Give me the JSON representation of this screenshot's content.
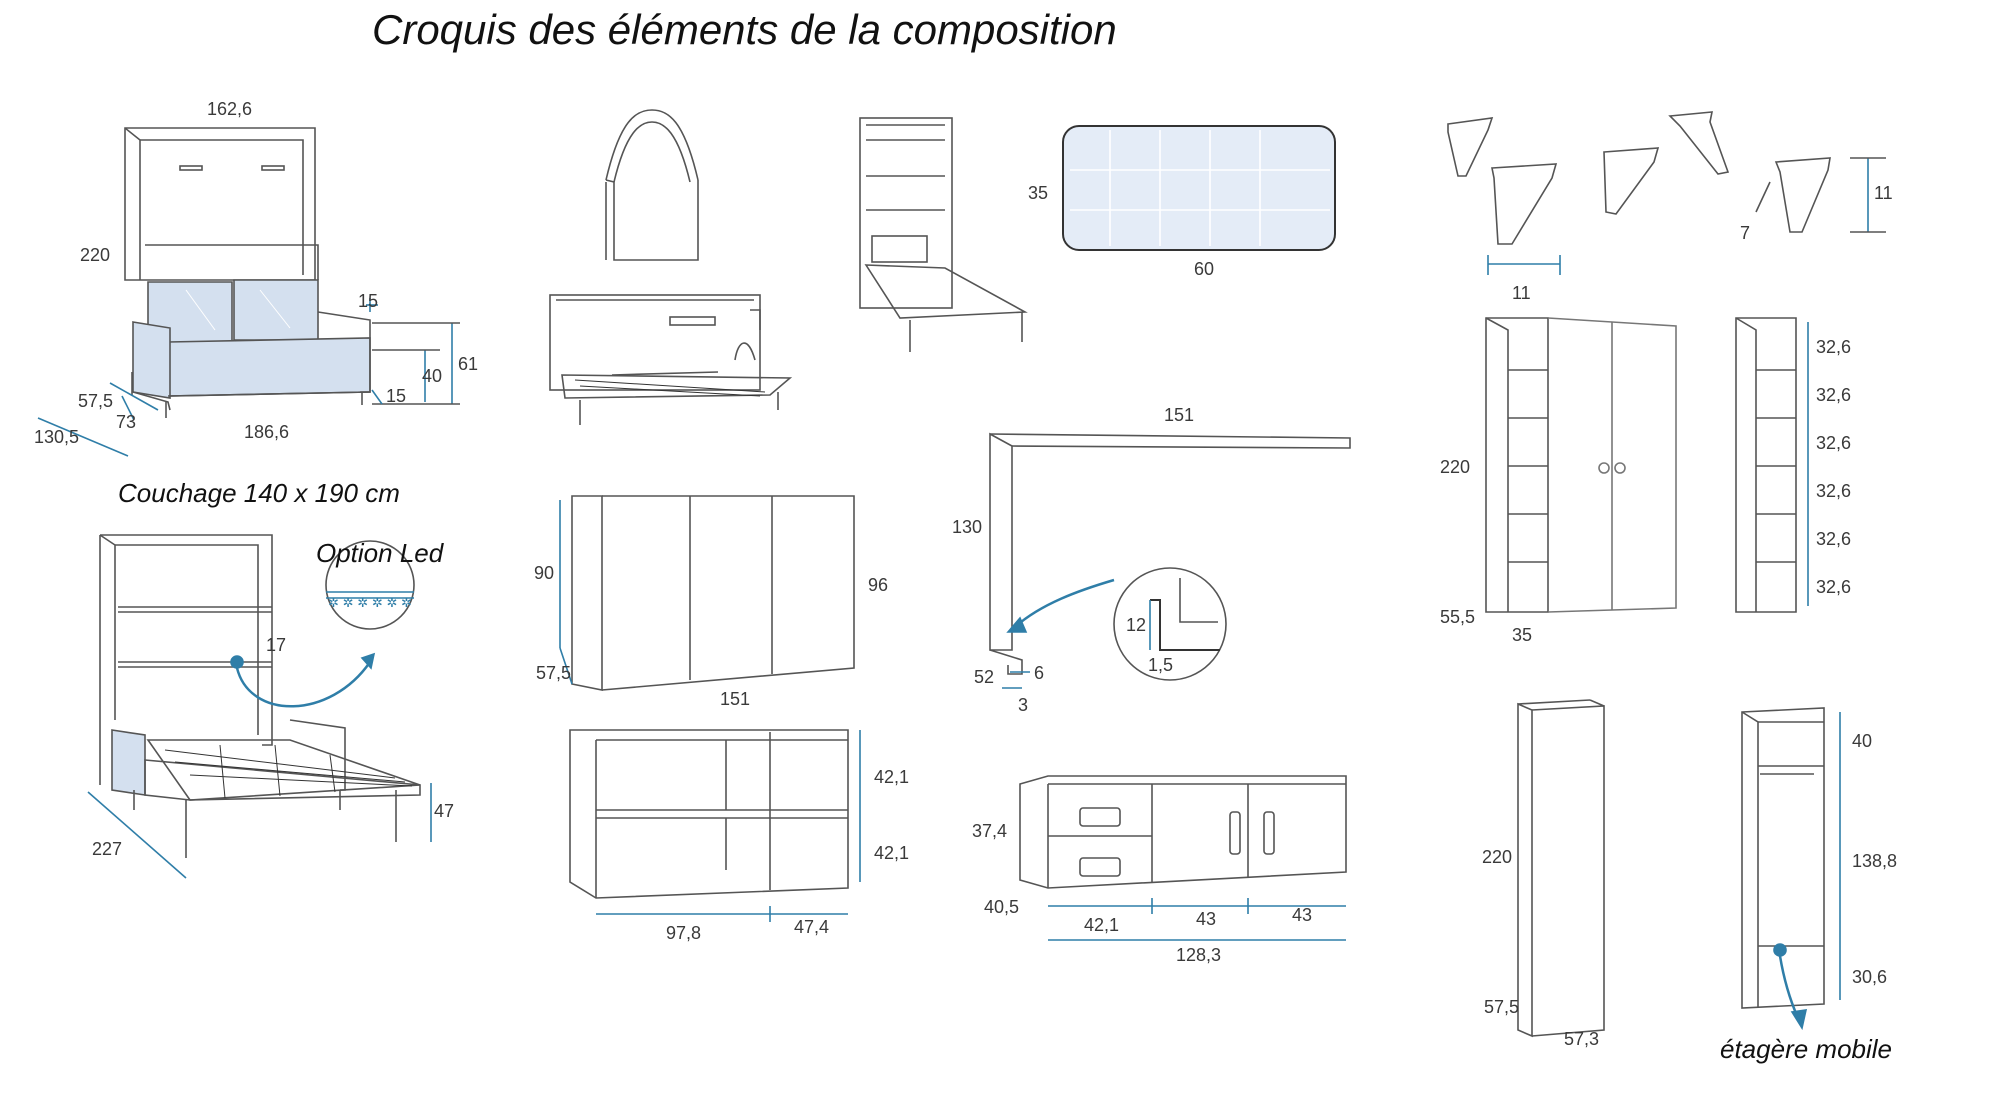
{
  "title": "Croquis des éléments de la composition",
  "captions": {
    "couchage": "Couchage 140 x 190 cm",
    "option_led": "Option Led",
    "etagere_mobile": "étagère mobile"
  },
  "colors": {
    "line": "#555555",
    "accent": "#2f7ea8",
    "fabric": "#d4e0ef"
  },
  "dims": {
    "sofa_width_top": "162,6",
    "sofa_height": "220",
    "sofa_arm_width": "15",
    "sofa_seat_height": "40",
    "sofa_total_height": "61",
    "sofa_leg_height": "15",
    "sofa_depth_seat": "57,5",
    "sofa_depth_73": "73",
    "sofa_depth_total": "130,5",
    "sofa_width_bottom": "186,6",
    "bed_shelf_gap": "17",
    "bed_leg_height": "47",
    "bed_depth_open": "227",
    "headboard_height": "35",
    "headboard_width": "60",
    "leg_width": "11",
    "leg_height": "11",
    "leg_angle": "7",
    "wardrobe_height": "220",
    "wardrobe_depth": "55,5",
    "open_shelf_depth": "35",
    "shelf_pitch_1": "32,6",
    "shelf_pitch_2": "32,6",
    "shelf_pitch_3": "32,6",
    "shelf_pitch_4": "32,6",
    "shelf_pitch_5": "32,6",
    "shelf_pitch_6": "32,6",
    "wall_cab_height": "90",
    "wall_cab_height_total": "96",
    "wall_cab_depth": "57,5",
    "wall_cab_width": "151",
    "open_unit_height_1": "42,1",
    "open_unit_height_2": "42,1",
    "open_unit_width_1": "97,8",
    "open_unit_width_2": "47,4",
    "desk_width": "151",
    "desk_height": "130",
    "desk_depth": "52",
    "desk_thickness": "6",
    "desk_gap": "3",
    "detail_12": "12",
    "detail_1_5": "1,5",
    "tv_height": "37,4",
    "tv_depth": "40,5",
    "tv_width_1": "42,1",
    "tv_width_2": "43",
    "tv_width_3": "43",
    "tv_width_total": "128,3",
    "column_height": "220",
    "column_depth": "57,5",
    "column_width": "57,3",
    "column2_top": "40",
    "column2_mid": "138,8",
    "column2_bottom": "30,6"
  }
}
